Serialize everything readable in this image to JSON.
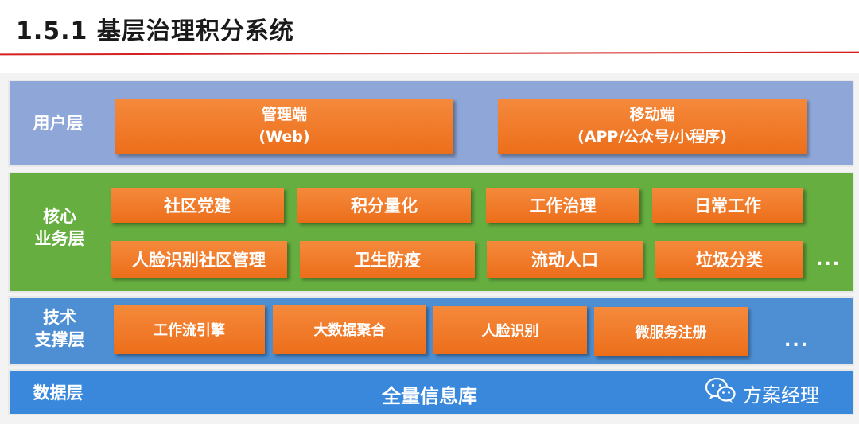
{
  "page": {
    "title": "1.5.1 基层治理积分系统"
  },
  "layers": {
    "user": {
      "label": "用户层",
      "boxes": [
        {
          "line1": "管理端",
          "line2": "(Web)"
        },
        {
          "line1": "移动端",
          "line2": "(APP/公众号/小程序)"
        }
      ]
    },
    "core": {
      "label_line1": "核心",
      "label_line2": "业务层",
      "boxes": [
        "社区党建",
        "积分量化",
        "工作治理",
        "日常工作",
        "人脸识别社区管理",
        "卫生防疫",
        "流动人口",
        "垃圾分类"
      ],
      "more": "..."
    },
    "tech": {
      "label_line1": "技术",
      "label_line2": "支撑层",
      "boxes": [
        "工作流引擎",
        "大数据聚合",
        "人脸识别",
        "微服务注册"
      ],
      "more": "..."
    },
    "data": {
      "label": "数据层",
      "content": "全量信息库"
    }
  },
  "watermark": {
    "icon": "wechat-icon",
    "text": "方案经理"
  },
  "colors": {
    "title_line": "#d42020",
    "user_layer": "#8fa7d8",
    "core_layer": "#66ae3f",
    "tech_layer": "#4e8fd4",
    "data_layer": "#3a88dc",
    "box": "#ef7724"
  }
}
